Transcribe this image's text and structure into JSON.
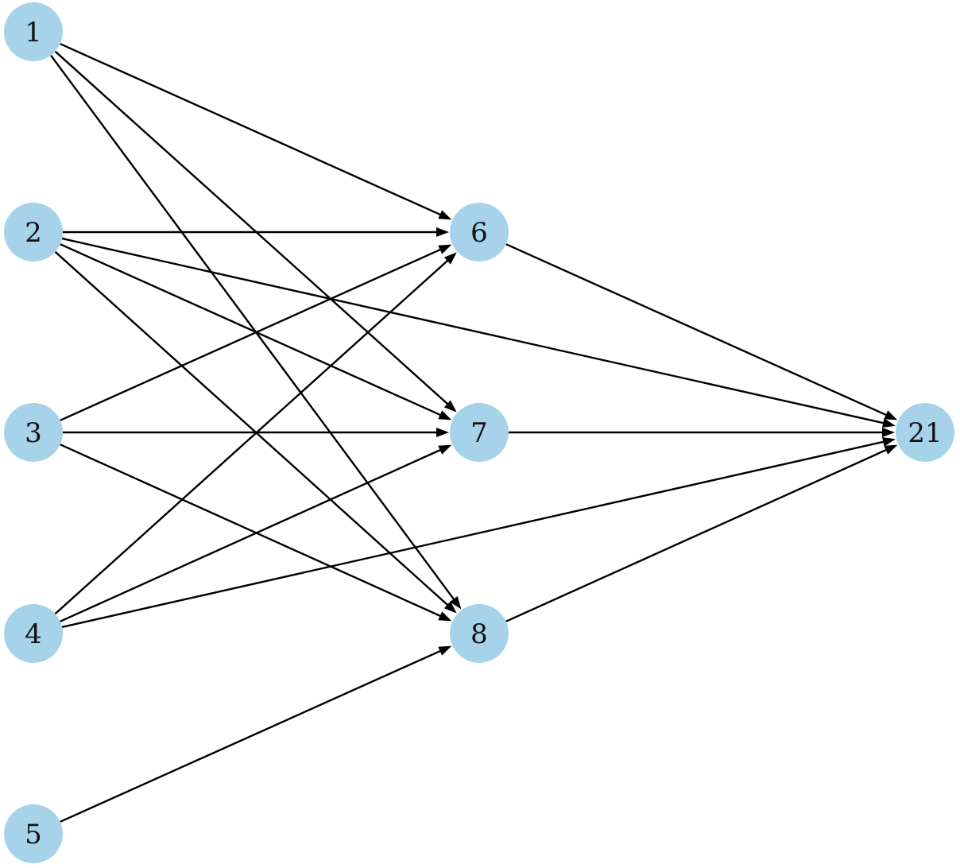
{
  "diagram": {
    "type": "directed-graph",
    "colors": {
      "node_fill": "#a6d3ea",
      "edge": "#000000",
      "label": "#111111"
    },
    "nodes": [
      {
        "id": "1",
        "label": "1"
      },
      {
        "id": "2",
        "label": "2"
      },
      {
        "id": "3",
        "label": "3"
      },
      {
        "id": "4",
        "label": "4"
      },
      {
        "id": "5",
        "label": "5"
      },
      {
        "id": "6",
        "label": "6"
      },
      {
        "id": "7",
        "label": "7"
      },
      {
        "id": "8",
        "label": "8"
      },
      {
        "id": "21",
        "label": "21"
      }
    ],
    "edges": [
      {
        "from": "1",
        "to": "6"
      },
      {
        "from": "1",
        "to": "7"
      },
      {
        "from": "1",
        "to": "8"
      },
      {
        "from": "2",
        "to": "6"
      },
      {
        "from": "2",
        "to": "7"
      },
      {
        "from": "2",
        "to": "8"
      },
      {
        "from": "2",
        "to": "21"
      },
      {
        "from": "3",
        "to": "6"
      },
      {
        "from": "3",
        "to": "7"
      },
      {
        "from": "3",
        "to": "8"
      },
      {
        "from": "4",
        "to": "6"
      },
      {
        "from": "4",
        "to": "7"
      },
      {
        "from": "4",
        "to": "21"
      },
      {
        "from": "5",
        "to": "8"
      },
      {
        "from": "6",
        "to": "21"
      },
      {
        "from": "7",
        "to": "21"
      },
      {
        "from": "8",
        "to": "21"
      }
    ]
  }
}
